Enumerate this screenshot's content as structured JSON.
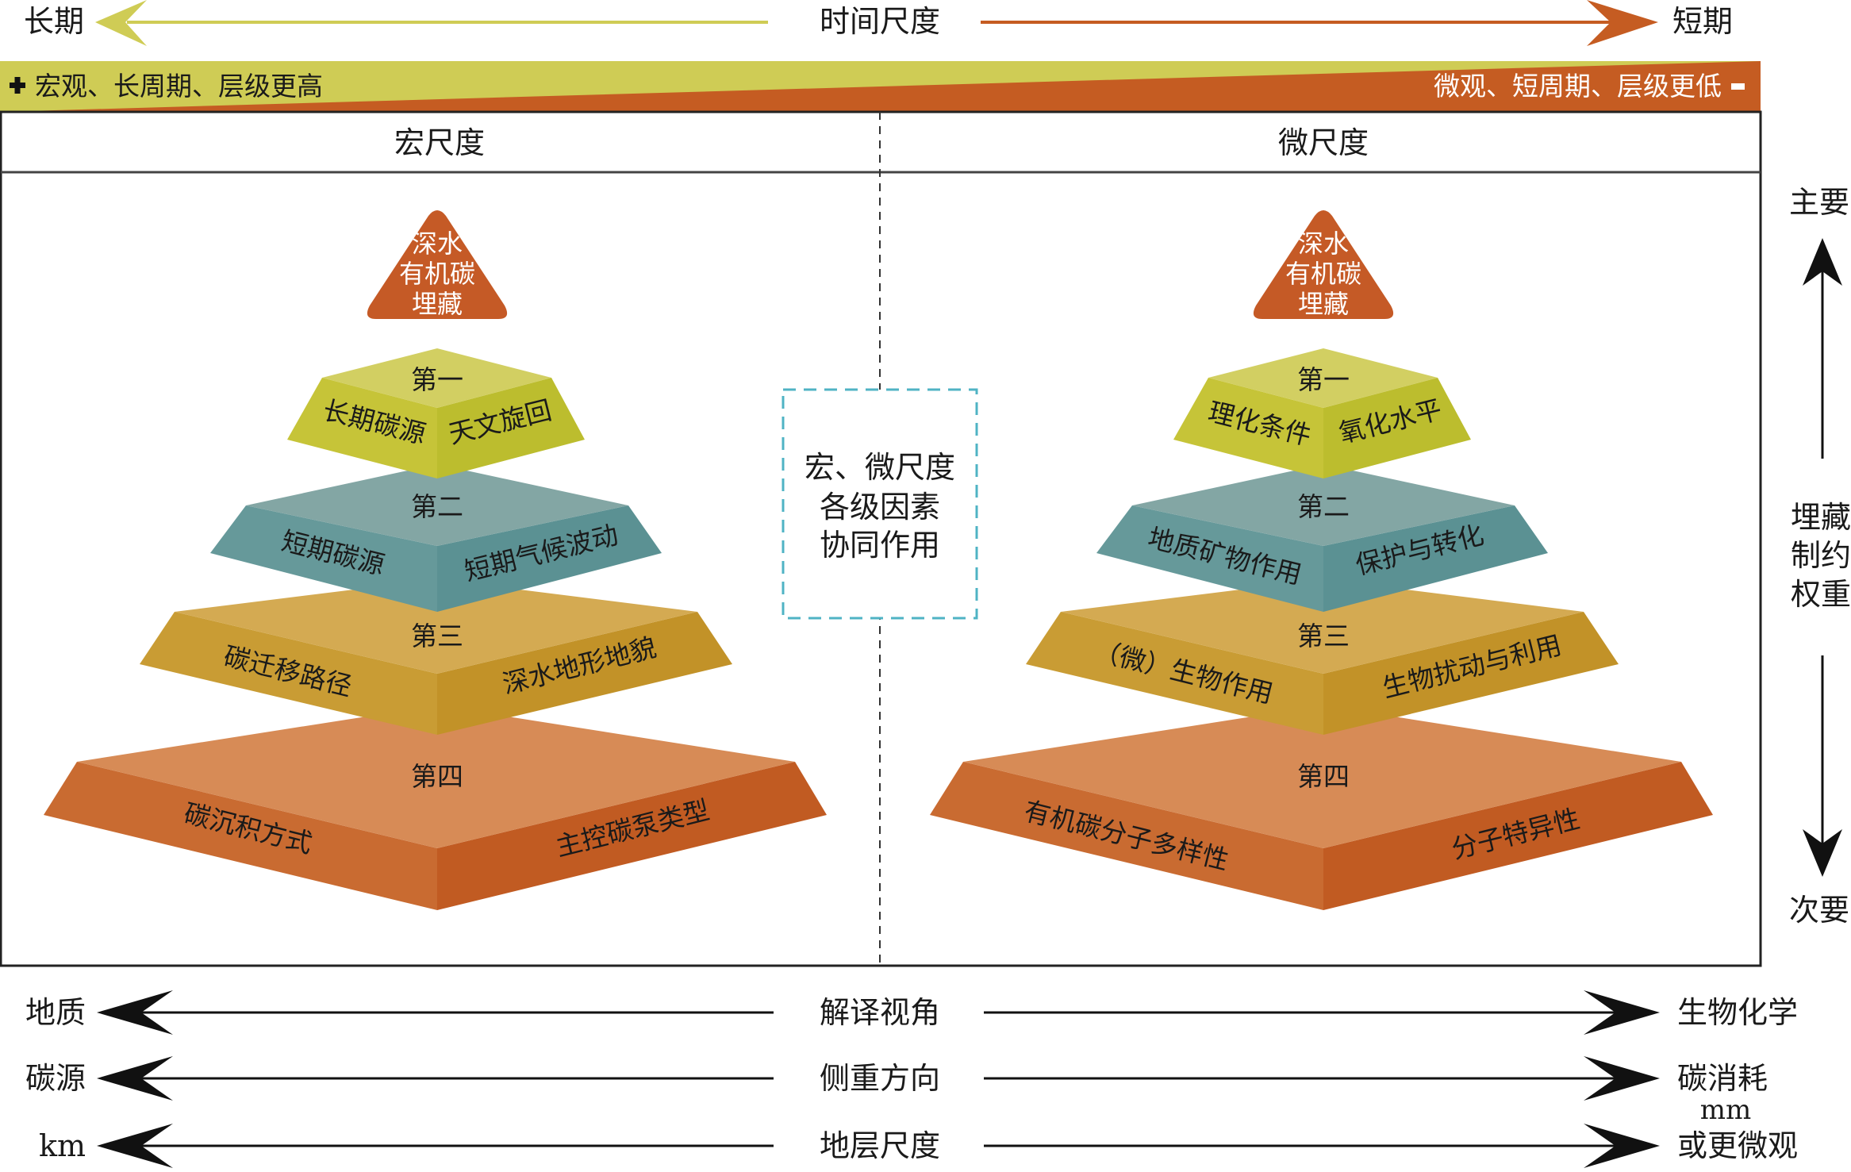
{
  "colors": {
    "yellow": "#cfcc55",
    "orange": "#c55c22",
    "teal": "#5f9597",
    "gold": "#c8992f",
    "dash_box": "#4fb3c4"
  },
  "time_axis": {
    "left": "长期",
    "center": "时间尺度",
    "right": "短期"
  },
  "banner": {
    "left": "宏观、长周期、层级更高",
    "right": "微观、短周期、层级更低",
    "plus_icon": "plus",
    "minus_icon": "minus"
  },
  "columns": {
    "macro": "宏尺度",
    "micro": "微尺度"
  },
  "center_box": {
    "lines": [
      "宏、微尺度",
      "各级因素",
      "协同作用"
    ]
  },
  "weight_axis": {
    "top": "主要",
    "middle": [
      "埋藏",
      "制约",
      "权重"
    ],
    "bottom": "次要"
  },
  "macro_pyramid": {
    "apex": [
      "深水",
      "有机碳",
      "埋藏"
    ],
    "tiers": [
      {
        "name": "第一",
        "left": "长期碳源",
        "right": "天文旋回"
      },
      {
        "name": "第二",
        "left": "短期碳源",
        "right": "短期气候波动"
      },
      {
        "name": "第三",
        "left": "碳迁移路径",
        "right": "深水地形地貌"
      },
      {
        "name": "第四",
        "left": "碳沉积方式",
        "right": "主控碳泵类型"
      }
    ]
  },
  "micro_pyramid": {
    "apex": [
      "深水",
      "有机碳",
      "埋藏"
    ],
    "tiers": [
      {
        "name": "第一",
        "left": "理化条件",
        "right": "氧化水平"
      },
      {
        "name": "第二",
        "left": "地质矿物作用",
        "right": "保护与转化"
      },
      {
        "name": "第三",
        "left": "（微）生物作用",
        "right": "生物扰动与利用"
      },
      {
        "name": "第四",
        "left": "有机碳分子多样性",
        "right": "分子特异性"
      }
    ]
  },
  "bottom_axes": [
    {
      "left": "地质",
      "center": "解译视角",
      "right": "生物化学"
    },
    {
      "left": "碳源",
      "center": "侧重方向",
      "right": "碳消耗"
    },
    {
      "left": "km",
      "center": "地层尺度",
      "right_top": "mm",
      "right": "或更微观"
    }
  ]
}
